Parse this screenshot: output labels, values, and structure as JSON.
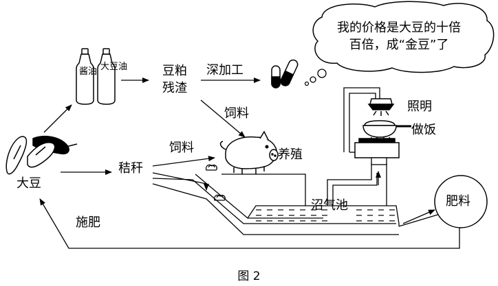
{
  "labels": {
    "soybean": "大豆",
    "soy_sauce": "酱油",
    "soybean_oil": "大豆油",
    "residue_line1": "豆粕",
    "residue_line2": "残渣",
    "deep_processing": "深加工",
    "feed_top": "饲料",
    "feed_mid": "饲料",
    "breeding": "养殖",
    "straw": "秸秆",
    "biogas_pool": "沼气池",
    "lighting": "照明",
    "cooking": "做饭",
    "fertilizer": "肥料",
    "apply_fertilizer": "施肥",
    "bubble_line1": "我的价格是大豆的十倍",
    "bubble_line2": "百倍，成“金豆”了",
    "caption": "图 2"
  },
  "colors": {
    "stroke": "#000000",
    "background": "#ffffff"
  }
}
